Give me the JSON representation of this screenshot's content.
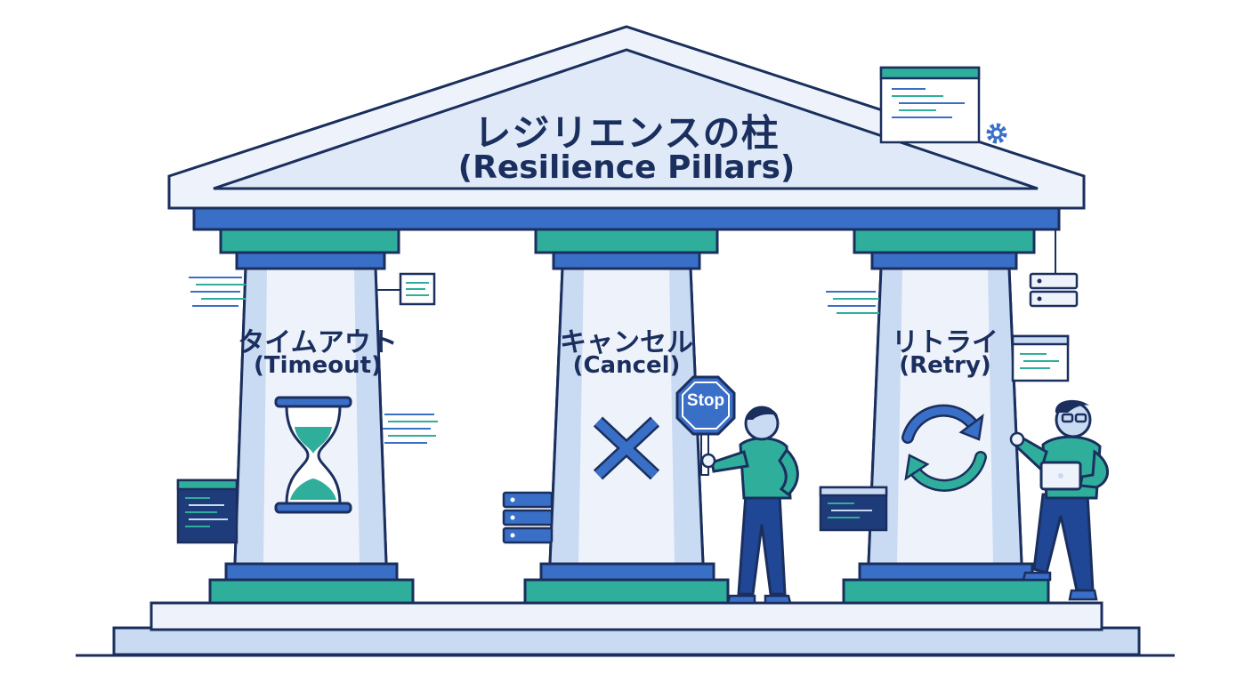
{
  "title": {
    "jp": "レジリエンスの柱",
    "en": "(Resilience Pillars)"
  },
  "pillars": [
    {
      "id": "timeout",
      "jp": "タイムアウト",
      "en": "(Timeout)",
      "icon": "hourglass-icon"
    },
    {
      "id": "cancel",
      "jp": "キャンセル",
      "en": "(Cancel)",
      "icon": "x-mark-icon"
    },
    {
      "id": "retry",
      "jp": "リトライ",
      "en": "(Retry)",
      "icon": "refresh-arrows-icon"
    }
  ],
  "stop_sign": {
    "label": "Stop"
  },
  "colors": {
    "navy": "#1b2f5e",
    "blue": "#3a6fc8",
    "light_blue": "#c9daf3",
    "teal": "#2fae9c",
    "pale": "#eef3fb"
  }
}
